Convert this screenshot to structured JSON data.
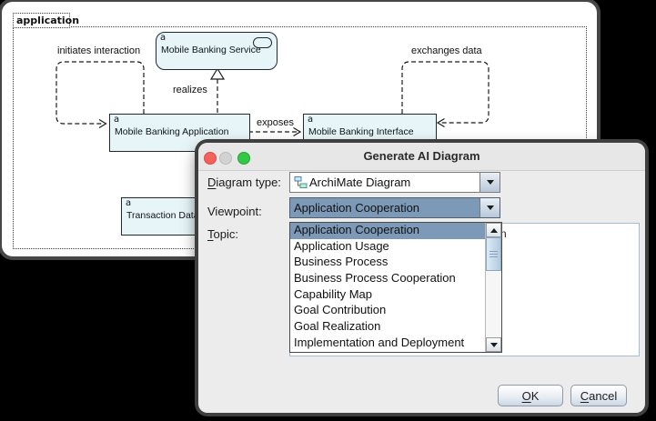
{
  "diagram": {
    "container_label": "application",
    "elements": {
      "service": {
        "badge": "a",
        "name": "Mobile Banking Service"
      },
      "application": {
        "badge": "a",
        "name": "Mobile Banking Application"
      },
      "interface": {
        "badge": "a",
        "name": "Mobile Banking Interface"
      },
      "data_object": {
        "badge": "a",
        "name": "Transaction Data"
      }
    },
    "relationships": {
      "initiates": "initiates interaction",
      "realizes": "realizes",
      "exposes": "exposes",
      "exchanges": "exchanges data"
    }
  },
  "dialog": {
    "title": "Generate AI Diagram",
    "fields": {
      "diagram_type": {
        "label_initial": "D",
        "label_rest": "iagram type:",
        "value": "ArchiMate Diagram"
      },
      "viewpoint": {
        "label": "Viewpoint:",
        "value": "Application Cooperation"
      },
      "topic": {
        "label_initial": "T",
        "label_rest": "opic:",
        "visible_fragment": "n"
      }
    },
    "dropdown": {
      "selected_index": 0,
      "items": [
        "Application Cooperation",
        "Application Usage",
        "Business Process",
        "Business Process Cooperation",
        "Capability Map",
        "Goal Contribution",
        "Goal Realization",
        "Implementation and Deployment"
      ]
    },
    "buttons": {
      "ok_initial": "O",
      "ok_rest": "K",
      "cancel_initial": "C",
      "cancel_rest": "ancel"
    }
  },
  "colors": {
    "selection_highlight": "#7d99b8",
    "element_fill": "#e7f5f9",
    "element_border": "#1d2b30",
    "dialog_bg": "#ececec",
    "traffic_red": "#f4605a",
    "traffic_gray": "#d2d2d2",
    "traffic_green": "#34c748"
  }
}
